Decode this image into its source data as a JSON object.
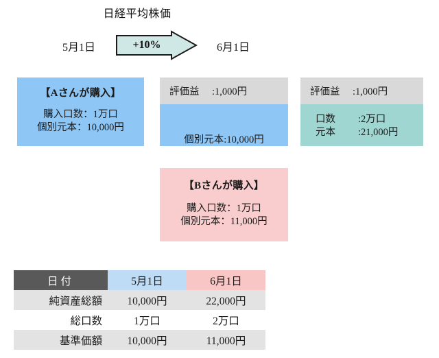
{
  "header": {
    "title": "日経平均株価",
    "date_from": "5月1日",
    "date_to": "6月1日",
    "arrow_label": "+10%",
    "arrow_fill": "#cfe8e6",
    "arrow_stroke": "#1a1a1a"
  },
  "boxes": {
    "a": {
      "heading": "【Aさんが購入】",
      "line1": "購入口数：1万口",
      "line2": "個別元本：10,000円",
      "bg": "#8ec7f5"
    },
    "b": {
      "gain_label": "評価益",
      "gain_value": ":1,000円",
      "body_line": "個別元本:10,000円",
      "header_bg": "#d9d9d9",
      "bg": "#8ec7f5"
    },
    "c": {
      "gain_label": "評価益",
      "gain_value": ":1,000円",
      "key1": "口数",
      "val1": ":2万口",
      "key2": "元本",
      "val2": ":21,000円",
      "header_bg": "#d9d9d9",
      "bg": "#9fd6d2"
    },
    "bsan": {
      "heading": "【Bさんが購入】",
      "line1": "購入口数：1万口",
      "line2": "個別元本：11,000円",
      "bg": "#f9cdcd"
    }
  },
  "table": {
    "headers": {
      "label": "日付",
      "col1": "5月1日",
      "col2": "6月1日"
    },
    "header_colors": {
      "label_bg": "#595959",
      "col1_bg": "#bedcf5",
      "col2_bg": "#f9c6c6"
    },
    "rows": [
      {
        "label": "純資産総額",
        "v1": "10,000円",
        "v2": "22,000円"
      },
      {
        "label": "総口数",
        "v1": "1万口",
        "v2": "2万口"
      },
      {
        "label": "基準価額",
        "v1": "10,000円",
        "v2": "11,000円"
      }
    ]
  }
}
